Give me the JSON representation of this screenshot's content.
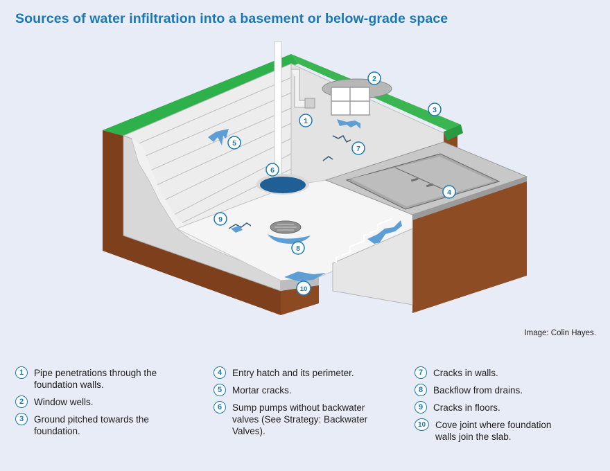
{
  "title": "Sources of water infiltration into a basement or below-grade space",
  "credit": "Image: Colin Hayes.",
  "callouts": [
    "1",
    "2",
    "3",
    "4",
    "5",
    "6",
    "7",
    "8",
    "9",
    "10"
  ],
  "legend": [
    {
      "num": "1",
      "text": "Pipe penetrations through the foundation walls."
    },
    {
      "num": "2",
      "text": "Window wells."
    },
    {
      "num": "3",
      "text": "Ground pitched towards the foundation."
    },
    {
      "num": "4",
      "text": "Entry hatch and its perimeter."
    },
    {
      "num": "5",
      "text": "Mortar cracks."
    },
    {
      "num": "6",
      "text": "Sump pumps without backwater valves (See Strategy: Backwater Valves)."
    },
    {
      "num": "7",
      "text": "Cracks in walls."
    },
    {
      "num": "8",
      "text": "Backflow from drains."
    },
    {
      "num": "9",
      "text": "Cracks in floors."
    },
    {
      "num": "10",
      "text": "Cove joint where foundation walls join the slab."
    }
  ],
  "colors": {
    "accent": "#1a78b4",
    "grass": "#2eb04b",
    "soil": "#8a4a22",
    "wall": "#e1e1e1",
    "floor": "#f4f4f4",
    "water": "#5d9fd4",
    "background": "#e8ecf6"
  }
}
